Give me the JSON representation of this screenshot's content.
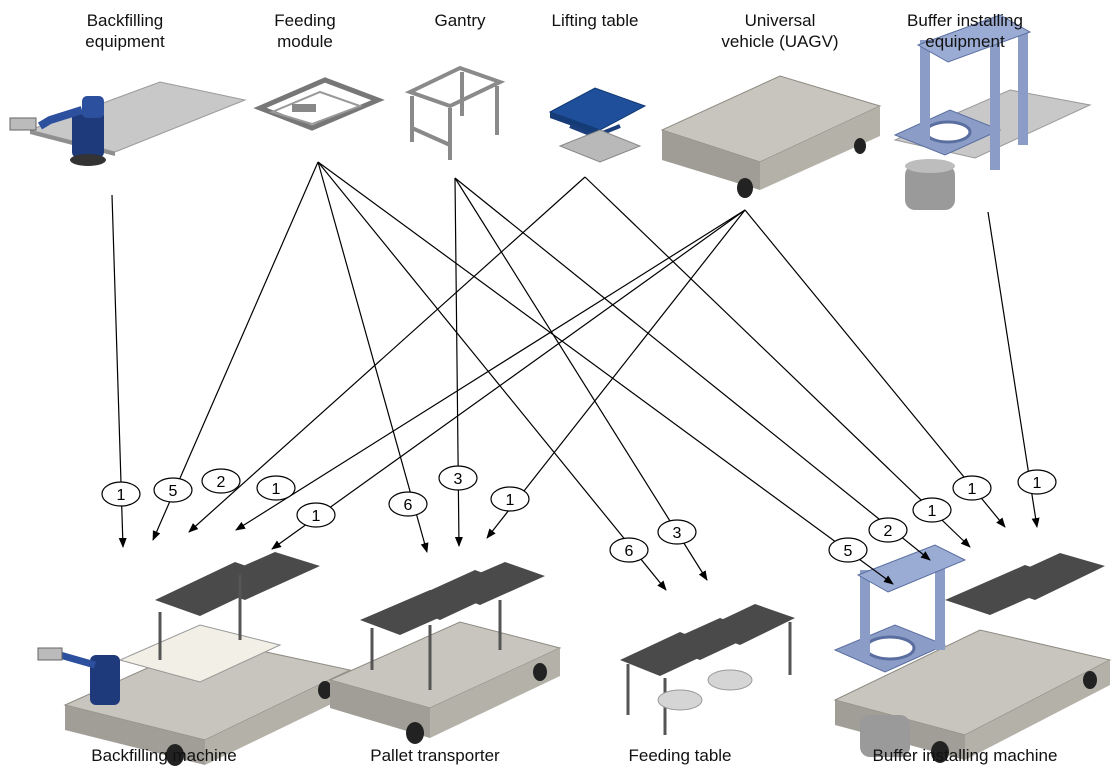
{
  "components": [
    {
      "name": "Backfilling\nequipment"
    },
    {
      "name": "Feeding\nmodule"
    },
    {
      "name": "Gantry"
    },
    {
      "name": "Lifting table"
    },
    {
      "name": "Universal\nvehicle (UAGV)"
    },
    {
      "name": "Buffer installing\nequipment"
    }
  ],
  "machines": [
    {
      "name": "Backfilling machine"
    },
    {
      "name": "Pallet transporter"
    },
    {
      "name": "Feeding table"
    },
    {
      "name": "Buffer installing machine"
    }
  ],
  "links": [
    {
      "from": 0,
      "to": 0,
      "qty": "1"
    },
    {
      "from": 1,
      "to": 0,
      "qty": "5"
    },
    {
      "from": 3,
      "to": 0,
      "qty": "2"
    },
    {
      "from": 4,
      "to": 0,
      "qty": "1"
    },
    {
      "from": 4,
      "to": 0,
      "qty": "1"
    },
    {
      "from": 1,
      "to": 1,
      "qty": "6"
    },
    {
      "from": 2,
      "to": 1,
      "qty": "3"
    },
    {
      "from": 4,
      "to": 1,
      "qty": "1"
    },
    {
      "from": 1,
      "to": 2,
      "qty": "6"
    },
    {
      "from": 2,
      "to": 2,
      "qty": "3"
    },
    {
      "from": 1,
      "to": 3,
      "qty": "5"
    },
    {
      "from": 2,
      "to": 3,
      "qty": "2"
    },
    {
      "from": 3,
      "to": 3,
      "qty": "1"
    },
    {
      "from": 4,
      "to": 3,
      "qty": "1"
    },
    {
      "from": 5,
      "to": 3,
      "qty": "1"
    }
  ]
}
